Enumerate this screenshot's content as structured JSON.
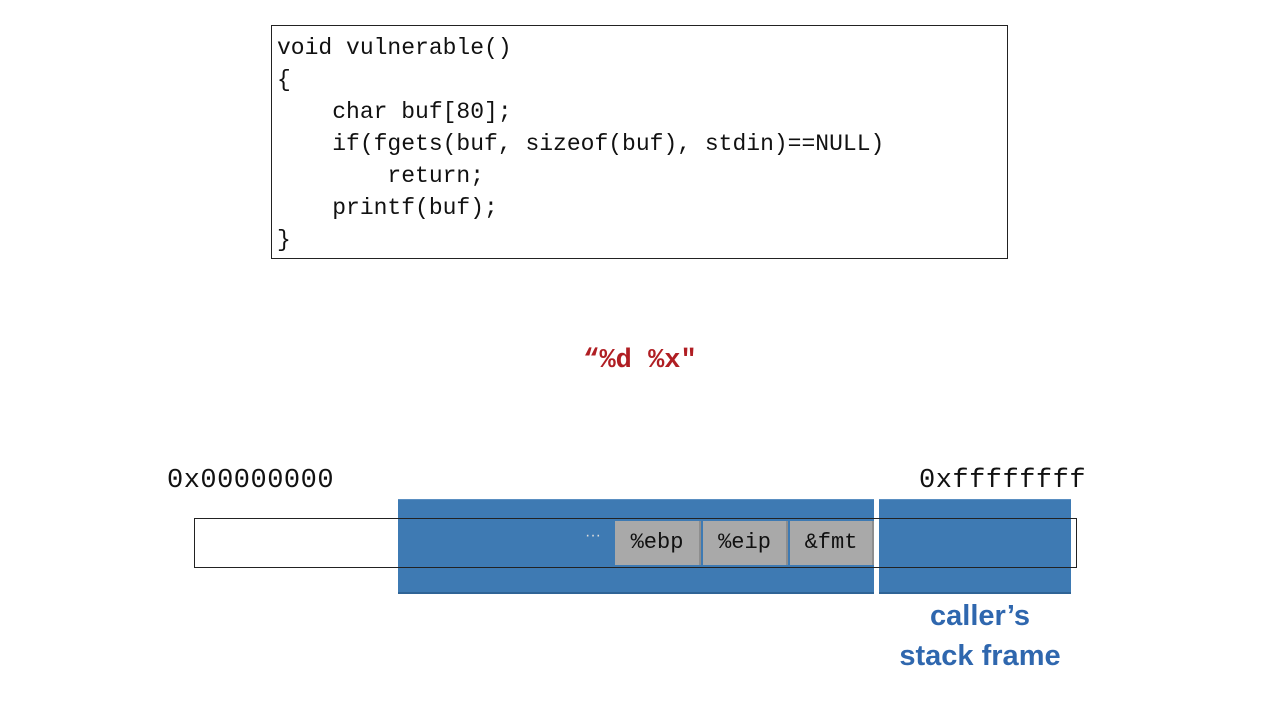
{
  "code": {
    "lines": [
      "void vulnerable()",
      "{",
      "    char buf[80];",
      "    if(fgets(buf, sizeof(buf), stdin)==NULL)",
      "        return;",
      "    printf(buf);",
      "}"
    ]
  },
  "format_string": {
    "text": "“%d %x\"",
    "color": "#b01e23"
  },
  "memory": {
    "low_address": "0x00000000",
    "high_address": "0xffffffff",
    "ellipsis": "···",
    "cells": [
      "%ebp",
      "%eip",
      "&fmt"
    ],
    "frame_color": "#3e7ab3",
    "cell_color": "#a9a9a9",
    "caller_label_line1": "caller’s",
    "caller_label_line2": "stack frame",
    "caller_label_color": "#2f67ae"
  }
}
